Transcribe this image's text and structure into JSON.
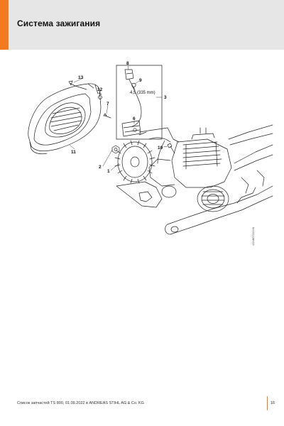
{
  "header": {
    "title": "Система зажигания",
    "accent_color": "#f37a1f",
    "band_color": "#e6e6e6"
  },
  "diagram": {
    "figure_id": "4224BET004 KN",
    "callouts": {
      "c1": "1",
      "c2": "2",
      "c3": "3",
      "c6": "6",
      "c7": "7",
      "c8": "8",
      "c9": "9",
      "c10": "10",
      "c11": "11",
      "c12": "12",
      "c13": "13"
    },
    "dimension": "4,5 (335 mm)"
  },
  "footer": {
    "text": "Список запчастей TS 800, 01.09.2022 в ANDREAS STIHL AG & Co. KG",
    "page_number": "16"
  }
}
